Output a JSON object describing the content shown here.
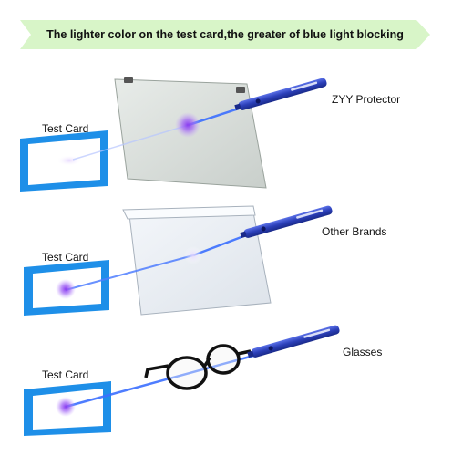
{
  "banner": {
    "text": "The lighter color on the test card,the greater of blue light blocking",
    "color": "#d8f5c8"
  },
  "rows": [
    {
      "device_label": "ZYY Protector",
      "card_label": "Test Card"
    },
    {
      "device_label": "Other Brands",
      "card_label": "Test Card"
    },
    {
      "device_label": "Glasses",
      "card_label": "Test Card"
    }
  ],
  "colors": {
    "card_frame": "#1e8fe8",
    "laser_beam": "#3b6fff",
    "pen_body": "#2b3fb8",
    "violet_spot": "#8a3cf0"
  }
}
